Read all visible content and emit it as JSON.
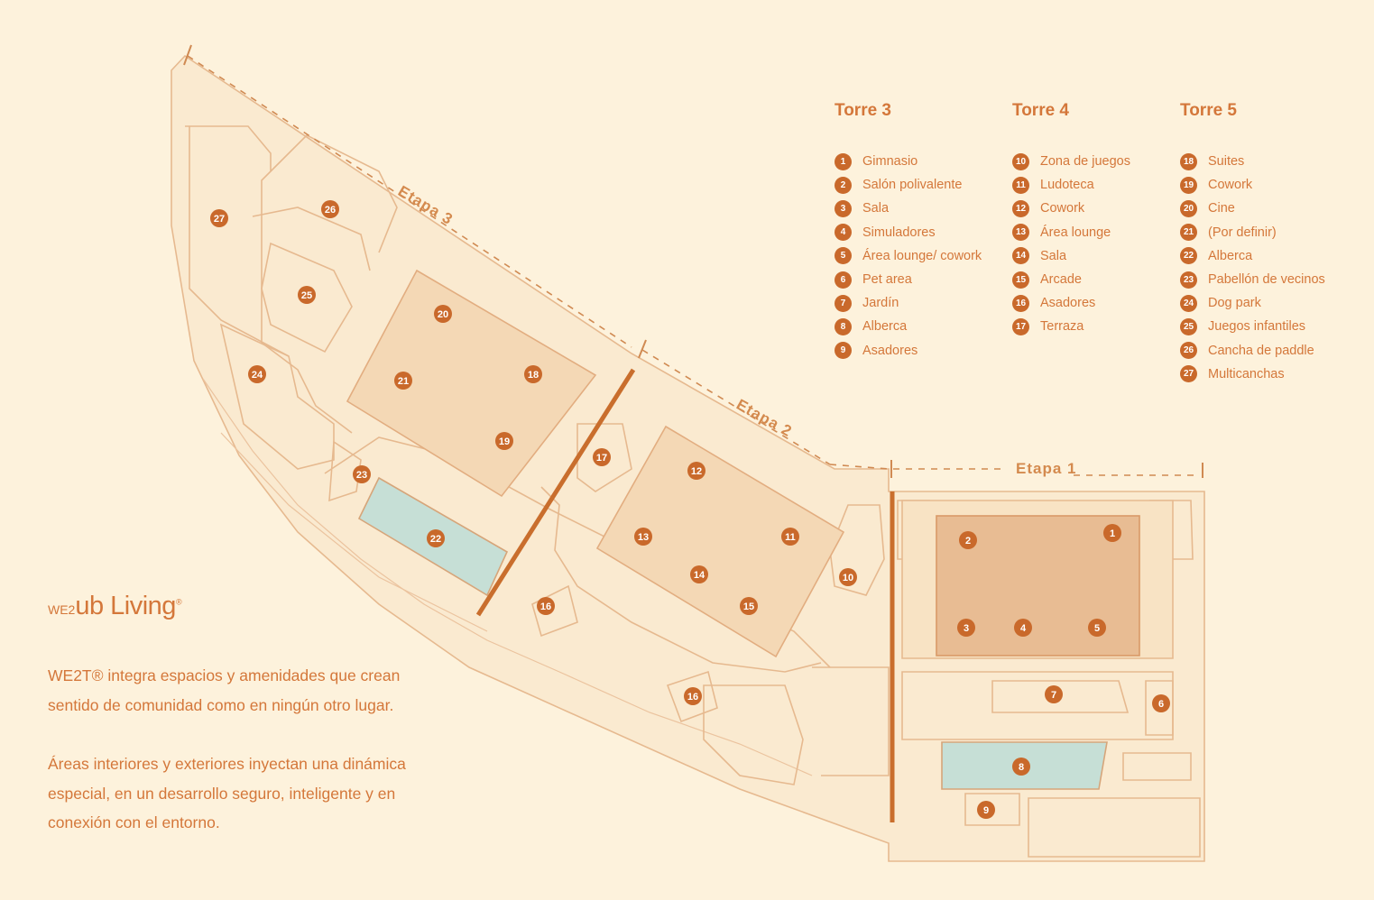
{
  "brand": {
    "prefix": "WE2",
    "name": "ub Living",
    "registered": "®"
  },
  "intro": {
    "p1": "WE2T® integra espacios y amenidades que crean sentido  de comunidad como en ningún otro lugar.",
    "p2": "Áreas interiores y exteriores inyectan una dinámica especial, en un desarrollo seguro, inteligente y en conexión  con el entorno."
  },
  "stages": {
    "etapa1": "Etapa 1",
    "etapa2": "Etapa 2",
    "etapa3": "Etapa 3"
  },
  "legend": [
    {
      "title": "Torre 3",
      "items": [
        {
          "n": "1",
          "label": "Gimnasio"
        },
        {
          "n": "2",
          "label": "Salón polivalente"
        },
        {
          "n": "3",
          "label": "Sala"
        },
        {
          "n": "4",
          "label": "Simuladores"
        },
        {
          "n": "5",
          "label": "Área lounge/ cowork"
        },
        {
          "n": "6",
          "label": "Pet area"
        },
        {
          "n": "7",
          "label": "Jardín"
        },
        {
          "n": "8",
          "label": "Alberca"
        },
        {
          "n": "9",
          "label": "Asadores"
        }
      ]
    },
    {
      "title": "Torre 4",
      "items": [
        {
          "n": "10",
          "label": "Zona de juegos"
        },
        {
          "n": "11",
          "label": "Ludoteca"
        },
        {
          "n": "12",
          "label": "Cowork"
        },
        {
          "n": "13",
          "label": "Área lounge"
        },
        {
          "n": "14",
          "label": "Sala"
        },
        {
          "n": "15",
          "label": "Arcade"
        },
        {
          "n": "16",
          "label": "Asadores"
        },
        {
          "n": "17",
          "label": "Terraza"
        }
      ]
    },
    {
      "title": "Torre 5",
      "items": [
        {
          "n": "18",
          "label": "Suites"
        },
        {
          "n": "19",
          "label": "Cowork"
        },
        {
          "n": "20",
          "label": "Cine"
        },
        {
          "n": "21",
          "label": "(Por definir)"
        },
        {
          "n": "22",
          "label": "Alberca"
        },
        {
          "n": "23",
          "label": "Pabellón de vecinos"
        },
        {
          "n": "24",
          "label": "Dog park"
        },
        {
          "n": "25",
          "label": "Juegos infantiles"
        },
        {
          "n": "26",
          "label": "Cancha de paddle"
        },
        {
          "n": "27",
          "label": "Multicanchas"
        }
      ]
    }
  ],
  "map_markers": [
    "1",
    "2",
    "3",
    "4",
    "5",
    "6",
    "7",
    "8",
    "9",
    "10",
    "11",
    "12",
    "13",
    "14",
    "15",
    "16",
    "16",
    "17",
    "18",
    "19",
    "20",
    "21",
    "22",
    "23",
    "24",
    "25",
    "26",
    "27"
  ],
  "colors": {
    "background": "#fdf2dc",
    "accent": "#c9692b",
    "text": "#d4773a",
    "pool": "#c6dfd6",
    "tower_light": "#f4d8b5",
    "tower_dark": "#e8bc93"
  }
}
